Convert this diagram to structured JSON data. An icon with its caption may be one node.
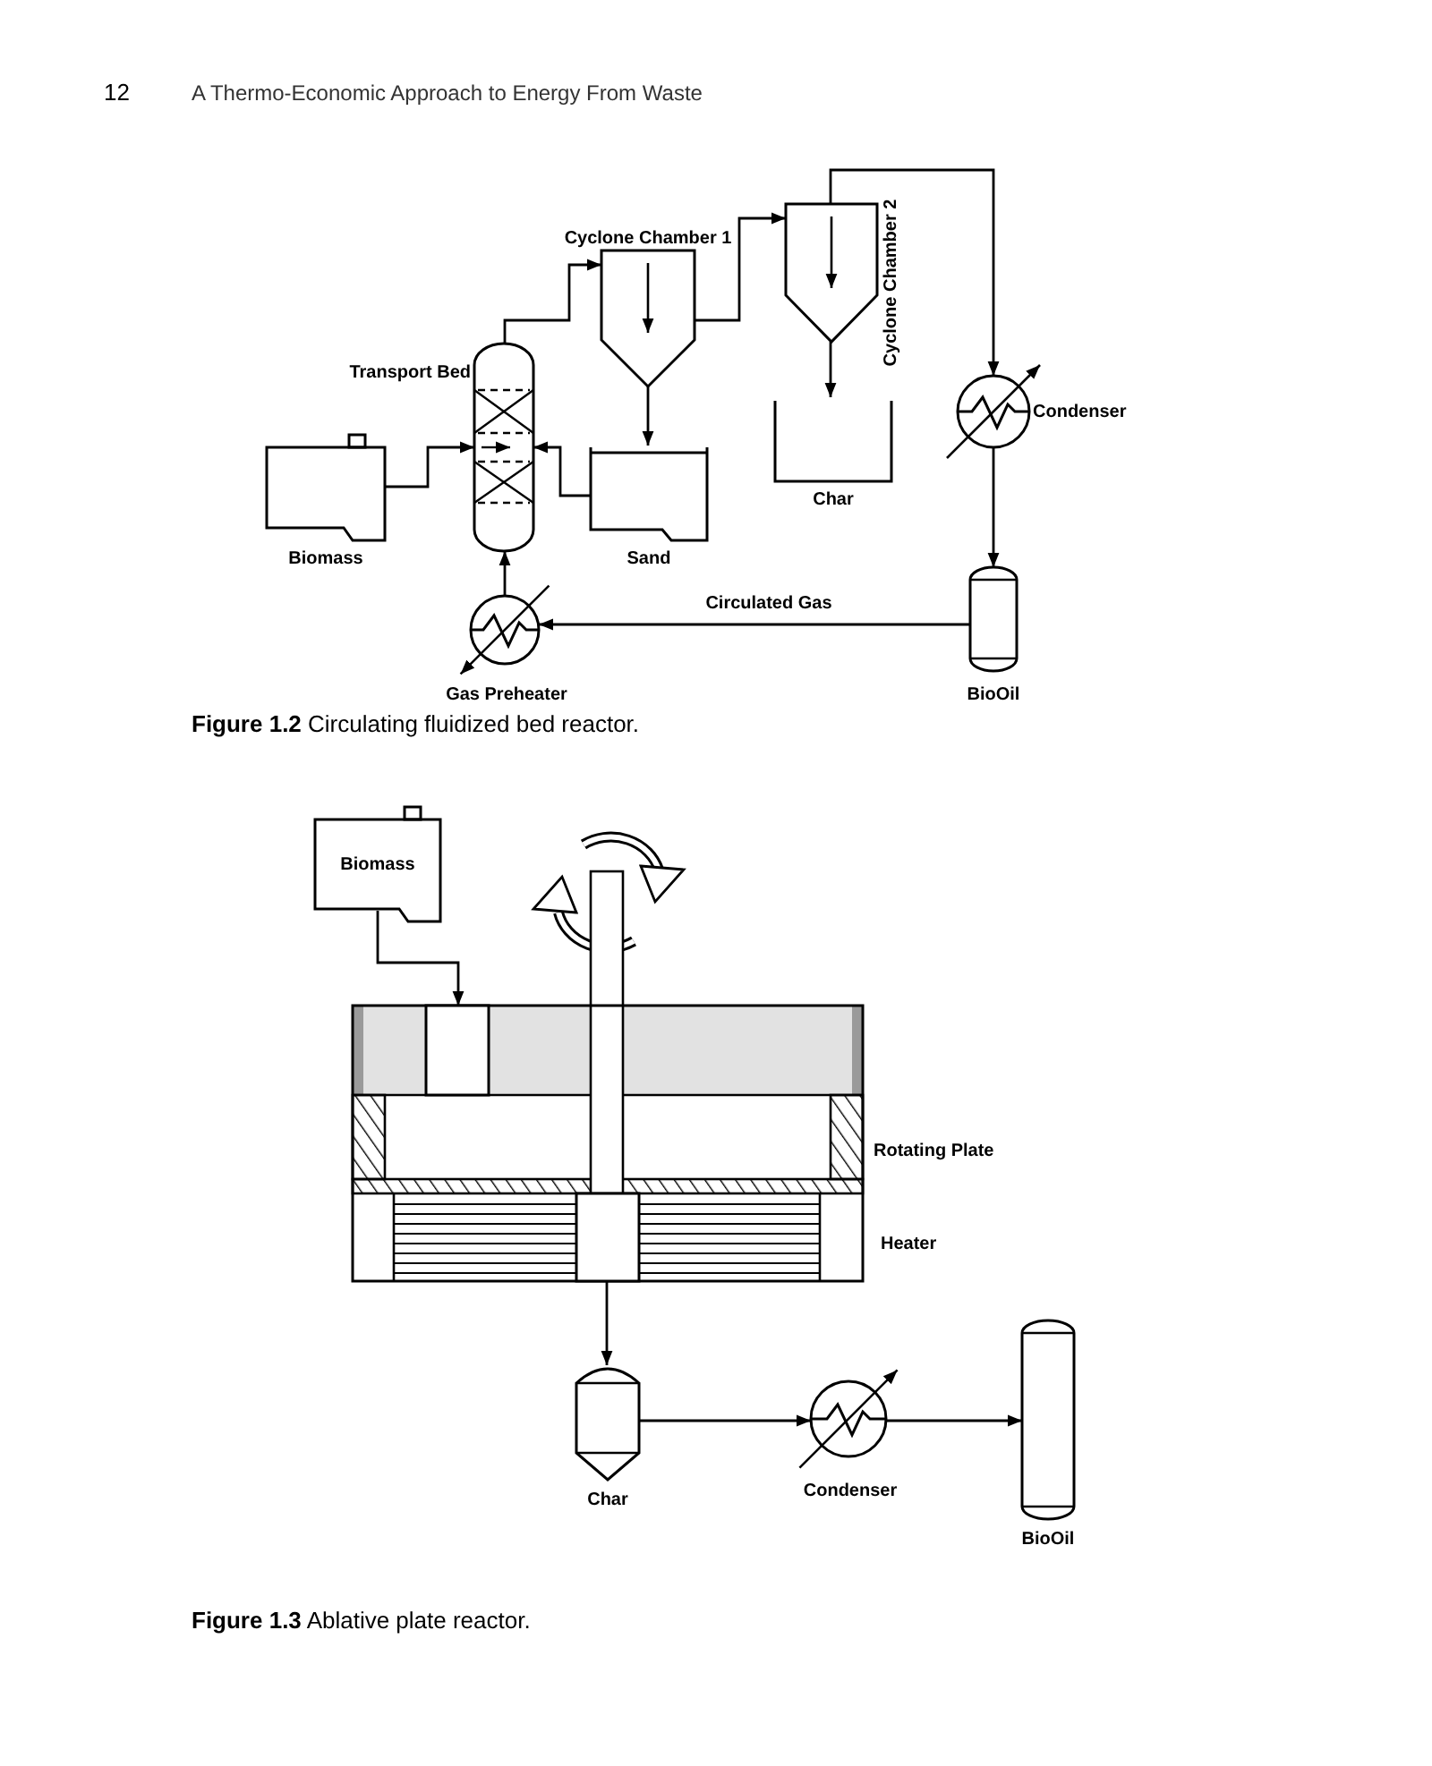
{
  "diagram": {
    "nodes": [
      {
        "text": [
          "Biomass"
        ]
      },
      {
        "text": [
          "Transport Bed"
        ]
      },
      {
        "text": [
          "Cyclone Chamber 1"
        ]
      },
      {
        "text": [
          "Sand"
        ]
      },
      {
        "text": [
          "Cyclone Chamber 2"
        ]
      },
      {
        "text": [
          "Char"
        ]
      },
      {
        "text": [
          "Condenser"
        ]
      },
      {
        "text": [
          "BioOil"
        ]
      },
      {
        "text": [
          "Gas Preheater"
        ]
      },
      {
        "text": [
          "Biomass"
        ]
      },
      {
        "text": [],
        "shape": "box",
        "beside": [
          "Rotating Plate",
          "Heater"
        ]
      },
      {
        "text": [],
        "shape": "box",
        "in": 10
      },
      {
        "text": [],
        "shape": "box",
        "in": 10
      },
      {
        "text": [
          "Char"
        ]
      },
      {
        "text": [
          "Condenser"
        ]
      },
      {
        "text": [
          "BioOil"
        ]
      }
    ],
    "edges": [
      {
        "from": 0,
        "to": 1,
        "arrow": "to"
      },
      {
        "from": 3,
        "to": 1,
        "arrow": "to"
      },
      {
        "from": 8,
        "to": 1,
        "arrow": "to"
      },
      {
        "from": 1,
        "to": 2,
        "arrow": "to"
      },
      {
        "from": 2,
        "to": 3,
        "arrow": "to"
      },
      {
        "from": 2,
        "to": 4,
        "arrow": "to"
      },
      {
        "from": 4,
        "to": 5,
        "arrow": "to"
      },
      {
        "from": 4,
        "to": 6,
        "arrow": "to"
      },
      {
        "from": 6,
        "to": 7,
        "arrow": "to"
      },
      {
        "from": 7,
        "to": 8,
        "arrow": "to",
        "label": "Circulated Gas"
      },
      {
        "from": 9,
        "to": 11,
        "arrow": "to"
      },
      {
        "from": 12,
        "to": 13,
        "arrow": "to"
      },
      {
        "from": 13,
        "to": 14,
        "arrow": "to"
      },
      {
        "from": 14,
        "to": 15,
        "arrow": "to"
      }
    ],
    "labels": [
      "12",
      "A Thermo-Economic Approach to Energy From Waste",
      "**Figure 1.2** Circulating fluidized bed reactor.",
      "**Figure 1.3** Ablative plate reactor."
    ]
  }
}
